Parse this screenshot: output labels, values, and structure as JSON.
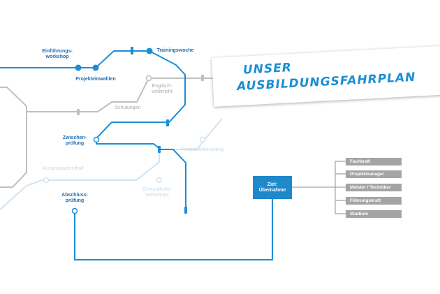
{
  "title": {
    "line1": "UNSER",
    "line2": "AUSBILDUNGSFAHRPLAN"
  },
  "stations": {
    "einfuehrung_line1": "Einführungs-",
    "einfuehrung_line2": "workshop",
    "projektwahl": "Projekteinwahlen",
    "training": "Trainingswoche",
    "englisch_line1": "Englisch-",
    "englisch_line2": "unterricht",
    "schulungen": "Schulungen",
    "zwischen_line1": "Zwischen-",
    "zwischen_line2": "prüfung",
    "projektvorbereitung": "Projektvorbereitung",
    "ausland": "Auslandsaufenthalt",
    "gesundheit_line1": "Gesundheits-",
    "gesundheit_line2": "workshops",
    "abschluss_line1": "Abschluss-",
    "abschluss_line2": "prüfung"
  },
  "goal": {
    "line1": "Ziel:",
    "line2": "Übernahme"
  },
  "options": [
    "Fachkraft",
    "Projektmanager",
    "Meister / Techniker",
    "Führungskraft",
    "Studium"
  ],
  "colors": {
    "blue_line": "#1c8ed6",
    "gray_line": "#bfbfbf",
    "pale_line": "#d3e3ef",
    "goal_box": "#1f88c9",
    "option_box": "#a4a4a4"
  }
}
